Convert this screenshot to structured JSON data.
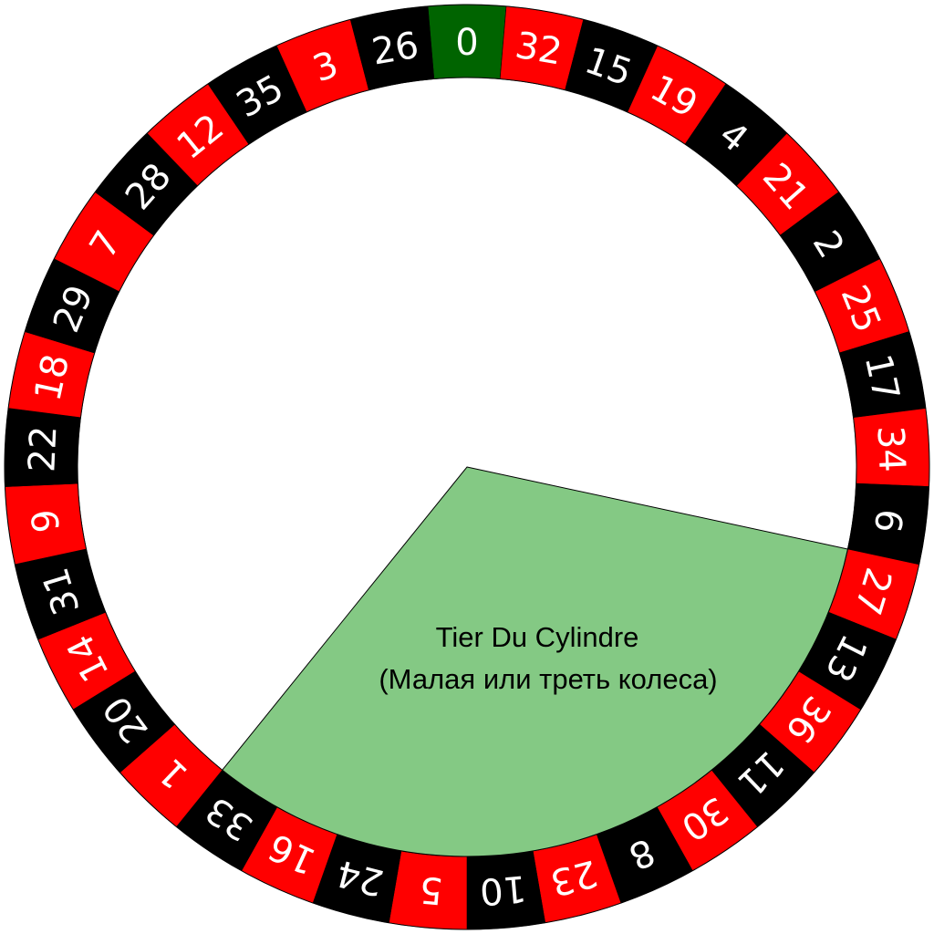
{
  "wheel": {
    "pockets": [
      {
        "number": "0",
        "color": "green"
      },
      {
        "number": "32",
        "color": "red"
      },
      {
        "number": "15",
        "color": "black"
      },
      {
        "number": "19",
        "color": "red"
      },
      {
        "number": "4",
        "color": "black"
      },
      {
        "number": "21",
        "color": "red"
      },
      {
        "number": "2",
        "color": "black"
      },
      {
        "number": "25",
        "color": "red"
      },
      {
        "number": "17",
        "color": "black"
      },
      {
        "number": "34",
        "color": "red"
      },
      {
        "number": "6",
        "color": "black"
      },
      {
        "number": "27",
        "color": "red"
      },
      {
        "number": "13",
        "color": "black"
      },
      {
        "number": "36",
        "color": "red"
      },
      {
        "number": "11",
        "color": "black"
      },
      {
        "number": "30",
        "color": "red"
      },
      {
        "number": "8",
        "color": "black"
      },
      {
        "number": "23",
        "color": "red"
      },
      {
        "number": "10",
        "color": "black"
      },
      {
        "number": "5",
        "color": "red"
      },
      {
        "number": "24",
        "color": "black"
      },
      {
        "number": "16",
        "color": "red"
      },
      {
        "number": "33",
        "color": "black"
      },
      {
        "number": "1",
        "color": "red"
      },
      {
        "number": "20",
        "color": "black"
      },
      {
        "number": "14",
        "color": "red"
      },
      {
        "number": "31",
        "color": "black"
      },
      {
        "number": "9",
        "color": "red"
      },
      {
        "number": "22",
        "color": "black"
      },
      {
        "number": "18",
        "color": "red"
      },
      {
        "number": "29",
        "color": "black"
      },
      {
        "number": "7",
        "color": "red"
      },
      {
        "number": "28",
        "color": "black"
      },
      {
        "number": "12",
        "color": "red"
      },
      {
        "number": "35",
        "color": "black"
      },
      {
        "number": "3",
        "color": "red"
      },
      {
        "number": "26",
        "color": "black"
      }
    ]
  },
  "highlight": {
    "bet_name": "Tier Du Cylindre",
    "bet_subtitle": "(Малая или треть колеса)",
    "from_number": "27",
    "to_number": "33"
  },
  "colors": {
    "red": "#ff0000",
    "black": "#000000",
    "green": "#006400",
    "highlight": "#84c984",
    "number_text": "#ffffff"
  }
}
